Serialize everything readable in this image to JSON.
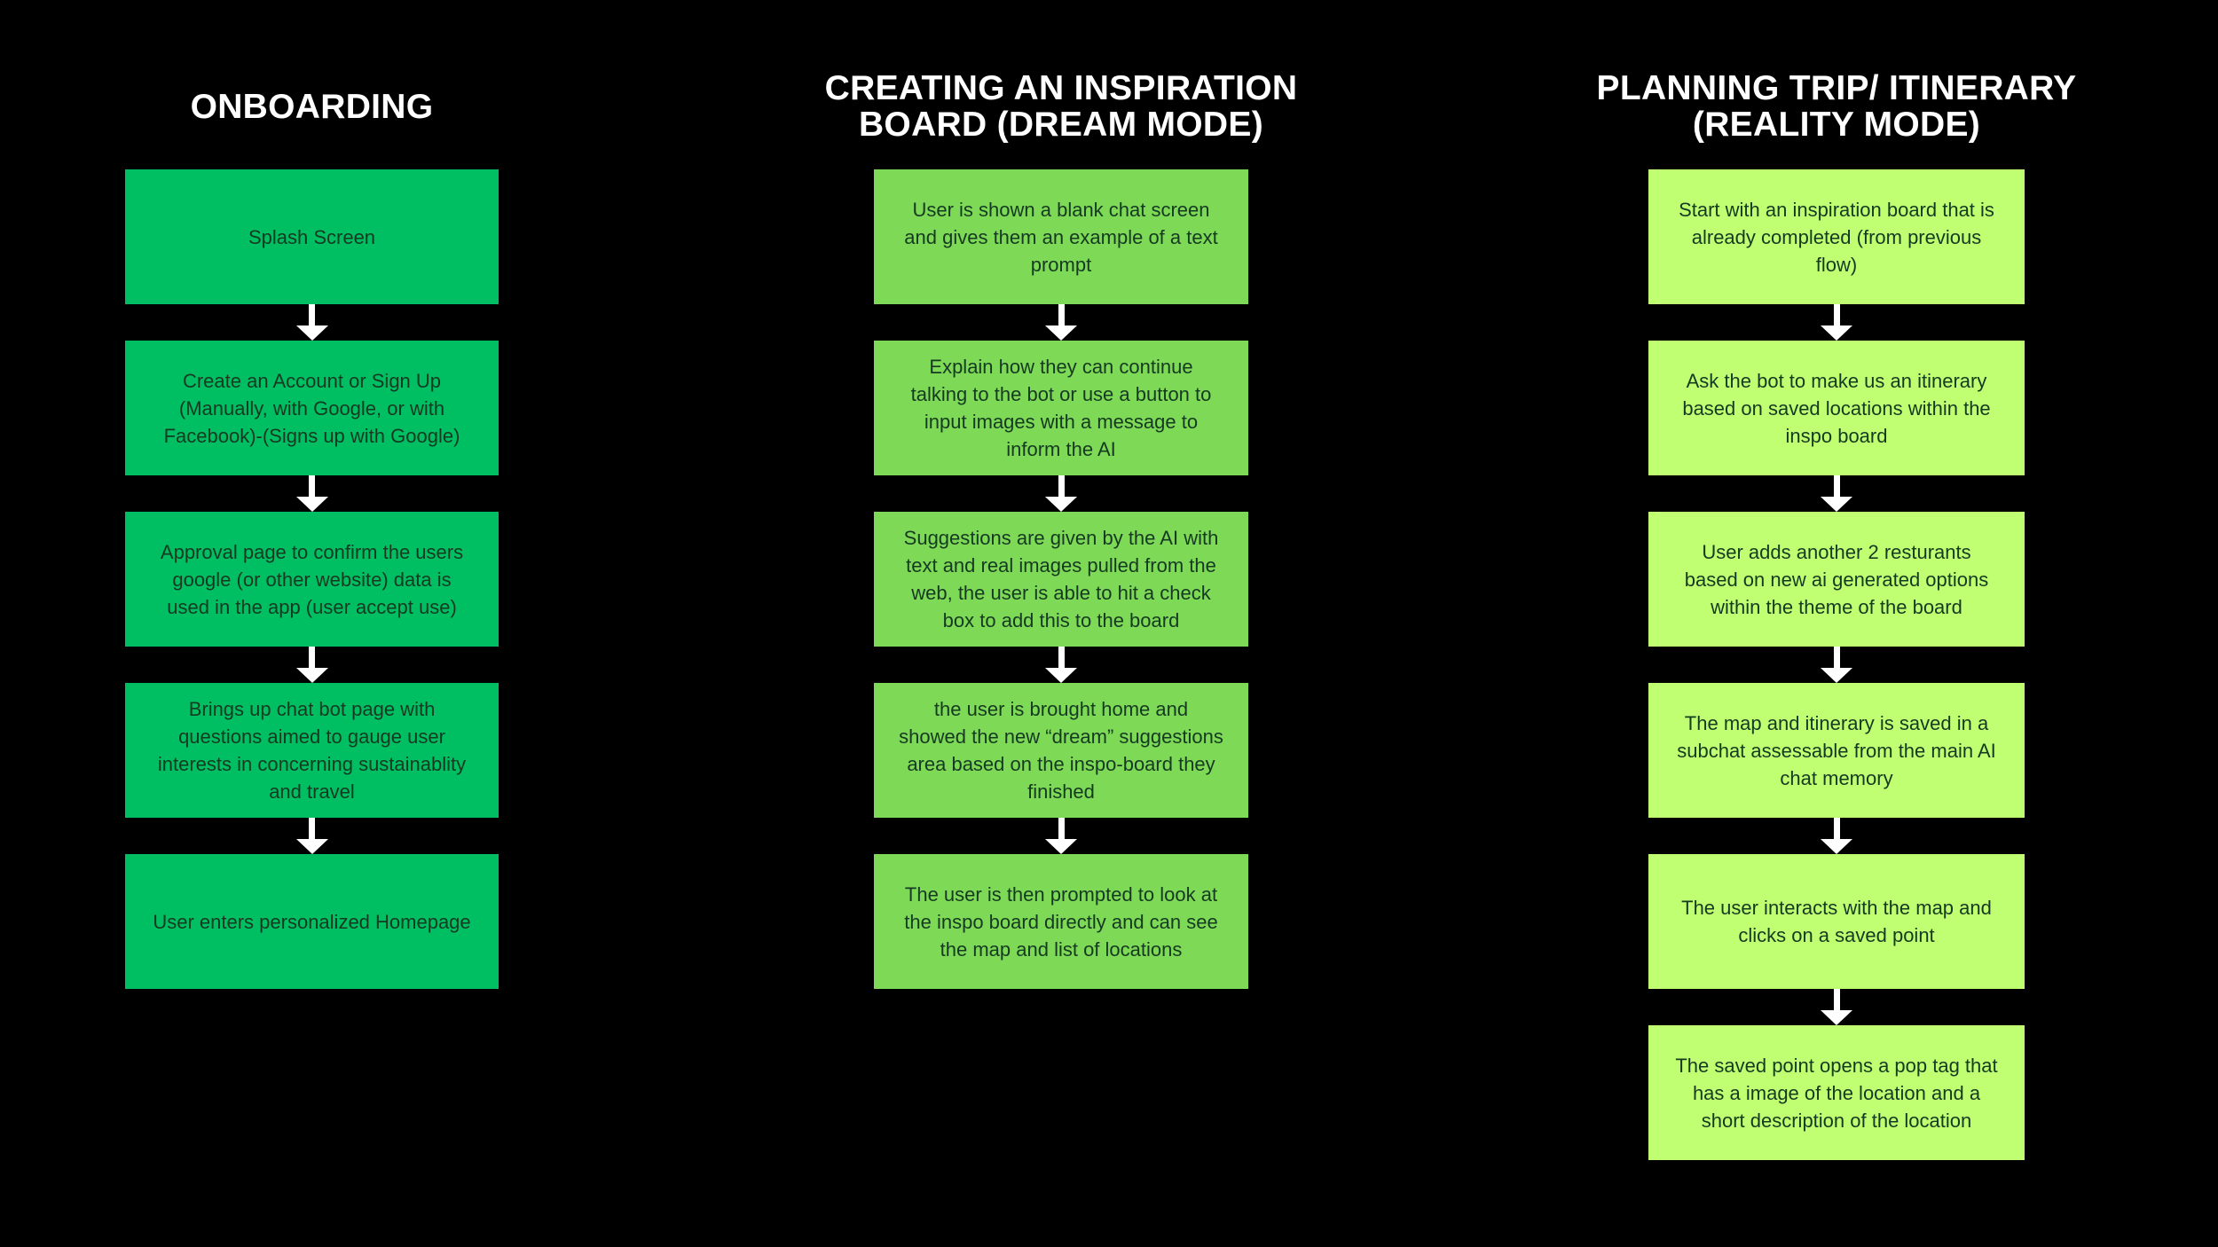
{
  "page": {
    "background": "#000000"
  },
  "colors": {
    "background": "#000000",
    "title_text": "#FFFFFF",
    "box_text": "#153A21",
    "arrow": "#FFFFFF",
    "column_greens": [
      "#00BF63",
      "#7ED957",
      "#C1FF72"
    ]
  },
  "columns": [
    {
      "title_lines": [
        "ONBOARDING"
      ],
      "box_color": "#00BF63",
      "boxes": [
        "Splash Screen",
        "Create an Account or Sign Up (Manually, with Google, or with Facebook)-(Signs up with Google)",
        "Approval page to confirm the users google (or other website) data is used in the app (user accept use)",
        "Brings up chat bot page with questions aimed to gauge user interests in concerning sustainablity and travel",
        "User enters personalized Homepage"
      ]
    },
    {
      "title_lines": [
        "CREATING AN INSPIRATION",
        "BOARD (DREAM MODE)"
      ],
      "box_color": "#7ED957",
      "boxes": [
        "User is shown a blank chat screen and gives them an example of a text prompt",
        "Explain how they can continue talking to the bot or use a button to input images with a message to inform the AI",
        "Suggestions are given by the AI with text and real images pulled from the web, the user is able to hit a check box to add this to the board",
        "the user is brought home and showed the new “dream” suggestions  area based on the inspo-board they finished",
        "The user is then prompted to look at the inspo board directly and can see the map and list of locations"
      ]
    },
    {
      "title_lines": [
        "PLANNING TRIP/ ITINERARY",
        "(REALITY MODE)"
      ],
      "box_color": "#C1FF72",
      "boxes": [
        "Start with an inspiration board that is already completed (from previous flow)",
        "Ask the bot to make us an itinerary based on saved locations within the inspo board",
        "User adds another 2 resturants based on new ai generated options within the theme of the board",
        "The map and itinerary is saved in a subchat assessable from the main AI chat memory",
        "The user interacts with the map and clicks on a saved point",
        "The saved point opens a pop tag that has a image of the location and a short description of the location"
      ]
    }
  ]
}
